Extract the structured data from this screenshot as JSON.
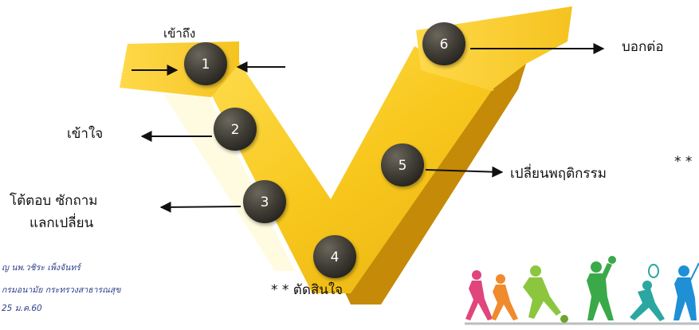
{
  "steps": [
    {
      "number": "1",
      "label": "เข้าถึง"
    },
    {
      "number": "2",
      "label": "เข้าใจ"
    },
    {
      "number": "3",
      "label_line1": "โต้ตอบ  ซักถาม",
      "label_line2": "แลกเปลี่ยน"
    },
    {
      "number": "4",
      "label": "* *  ตัดสินใจ"
    },
    {
      "number": "5",
      "label": "เปลี่ยนพฤติกรรม"
    },
    {
      "number": "6",
      "label": "บอกต่อ"
    }
  ],
  "side_note": "* *",
  "credit": {
    "line1": "ญ  นพ.วชิระ  เพ็งจันทร์",
    "line2": "กรมอนามัย   กระทรวงสาธารณสุข",
    "line3": "25 ม.ค.60"
  },
  "colors": {
    "v_light": "#ffd83a",
    "v_mid": "#f6c21a",
    "v_dark": "#c98f0a",
    "circle": "#3f3c34",
    "arrow": "#111111",
    "credit_text": "#2d3e8c"
  },
  "icons": {
    "v_shape": "yellow-v-shape",
    "sport_figures": "silhouettes-of-athletes-icon"
  }
}
